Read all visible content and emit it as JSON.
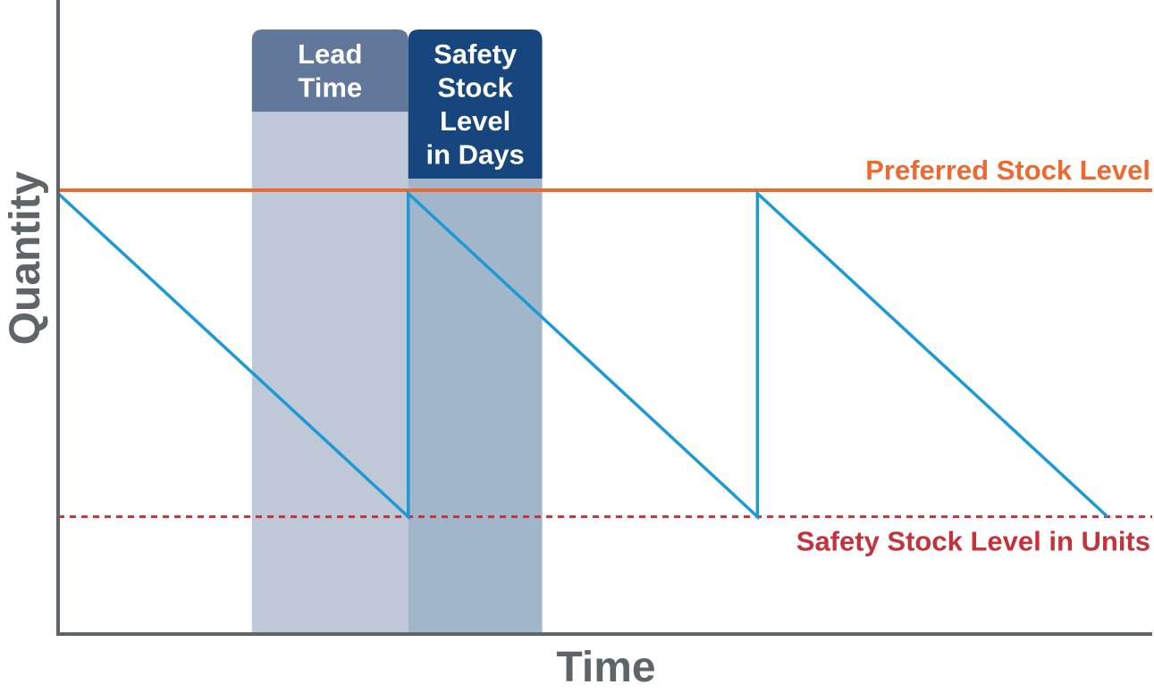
{
  "chart_data": {
    "type": "line",
    "xlabel": "Time",
    "ylabel": "Quantity",
    "xlim": [
      0,
      12.25
    ],
    "ylim": [
      0,
      100
    ],
    "series": [
      {
        "values": [
          {
            "x": 0,
            "y": 69.5
          },
          {
            "x": 3.92,
            "y": 18.5
          },
          {
            "x": 3.92,
            "y": 69.5
          },
          {
            "x": 7.83,
            "y": 18.5
          },
          {
            "x": 7.83,
            "y": 69.5
          },
          {
            "x": 11.75,
            "y": 18.5
          }
        ]
      }
    ],
    "reference_lines": [
      {
        "label": "Preferred Stock Level",
        "y": 70,
        "color": "#ec6a32",
        "style": "solid"
      },
      {
        "label": "Safety Stock Level in Units",
        "y": 18.5,
        "color": "#c4323c",
        "style": "dotted"
      }
    ],
    "bands": [
      {
        "label_lines": [
          "Lead",
          "Time"
        ],
        "x_start": 2.17,
        "x_end": 3.92,
        "header_color": "#62789b",
        "fill_color": "#bec8d6"
      },
      {
        "label_lines": [
          "Safety",
          "Stock",
          "Level",
          "in Days"
        ],
        "x_start": 3.92,
        "x_end": 5.42,
        "header_color": "#17467e",
        "fill_color": "#a2b6cb"
      }
    ],
    "colors": {
      "axis": "#5d6569",
      "line": "#1b9ad6"
    },
    "grid": false,
    "legend": "none"
  }
}
